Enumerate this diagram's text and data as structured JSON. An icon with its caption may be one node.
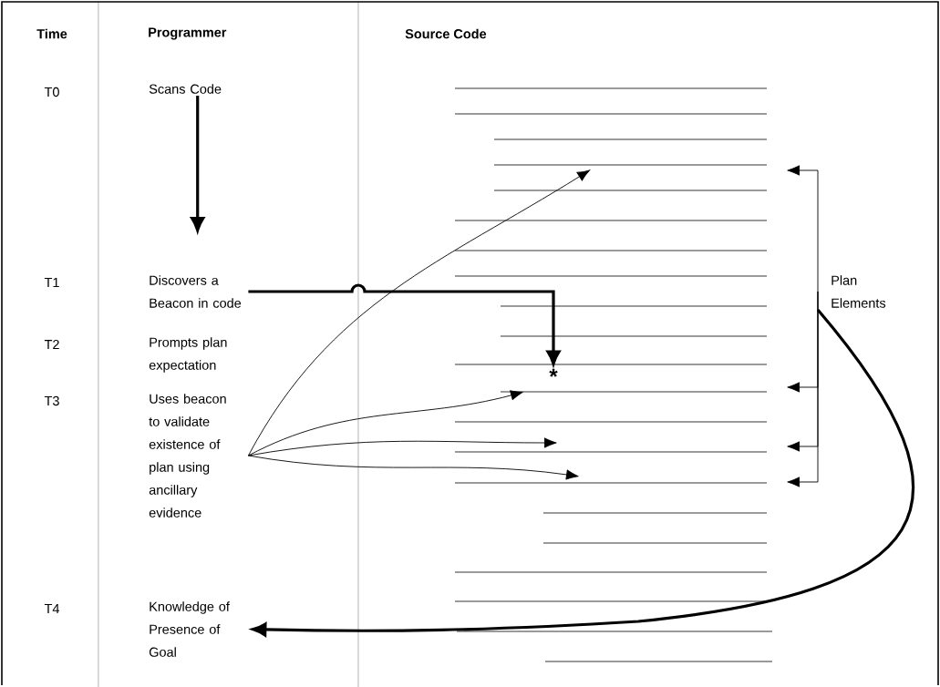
{
  "diagram": {
    "nodes": [
      {
        "text": [
          "Scans Code"
        ]
      },
      {
        "text": [
          "Discovers a Beacon in code"
        ]
      },
      {
        "text": [
          "Prompts plan expectation"
        ]
      },
      {
        "text": [
          "Uses beacon to validate existence of plan using ancillary evidence"
        ]
      },
      {
        "text": [
          "Knowledge of Presence of Goal"
        ]
      },
      {
        "text": [
          "Plan Elements"
        ]
      },
      {
        "text": [
          "*"
        ]
      }
    ],
    "edges": [
      {
        "from": 0,
        "to": null,
        "arrow": "to",
        "style": "thick"
      },
      {
        "from": 1,
        "to": 6,
        "arrow": "to",
        "style": "thick"
      },
      {
        "from": 3,
        "to": null,
        "arrow": "to"
      },
      {
        "from": 3,
        "to": null,
        "arrow": "to"
      },
      {
        "from": 3,
        "to": null,
        "arrow": "to"
      },
      {
        "from": 3,
        "to": null,
        "arrow": "to"
      },
      {
        "from": 5,
        "to": null,
        "arrow": "to"
      },
      {
        "from": 5,
        "to": null,
        "arrow": "to"
      },
      {
        "from": 5,
        "to": null,
        "arrow": "to"
      },
      {
        "from": 5,
        "to": null,
        "arrow": "to"
      },
      {
        "from": 5,
        "to": 4,
        "arrow": "to",
        "style": "thick"
      }
    ],
    "labels": [
      "Time",
      "Programmer",
      "Source Code",
      "T0",
      "T1",
      "T2",
      "T3",
      "T4"
    ]
  }
}
